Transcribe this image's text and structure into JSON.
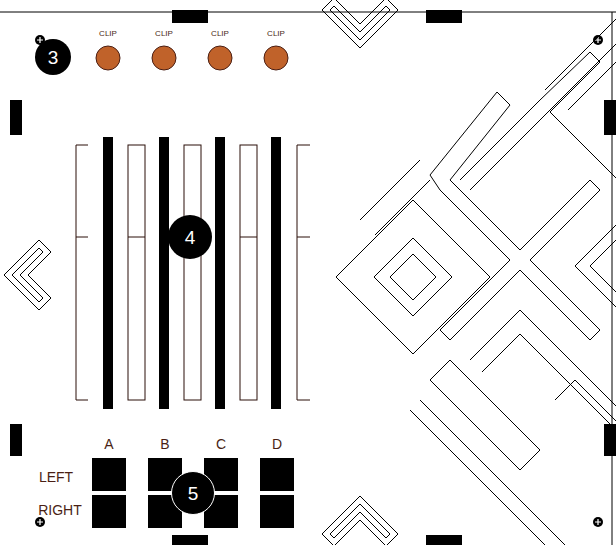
{
  "diagram": {
    "nodes": [
      {
        "text": [
          "3"
        ]
      },
      {
        "text": [
          "4"
        ]
      },
      {
        "text": [
          "5"
        ]
      }
    ],
    "labels": [
      "CLIP",
      "CLIP",
      "CLIP",
      "CLIP",
      "A",
      "B",
      "C",
      "D",
      "LEFT",
      "RIGHT"
    ]
  }
}
